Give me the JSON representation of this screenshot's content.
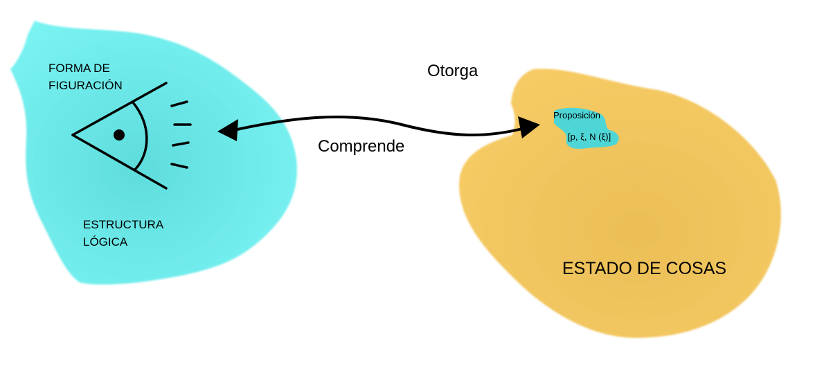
{
  "left_region": {
    "top_label": "FORMA DE FIGURACIÓN",
    "bottom_label": "ESTRUCTURA LÓGICA",
    "color": "#6FE6E6"
  },
  "right_region": {
    "label": "ESTADO DE COSAS",
    "color": "#F2C25C"
  },
  "proposition": {
    "title": "Proposición",
    "formula": "[p, ξ, N (ξ)]",
    "color": "#4ED6D6"
  },
  "arrow": {
    "label_top": "Otorga",
    "label_bottom": "Comprende"
  },
  "icons": [
    "eye-icon"
  ]
}
